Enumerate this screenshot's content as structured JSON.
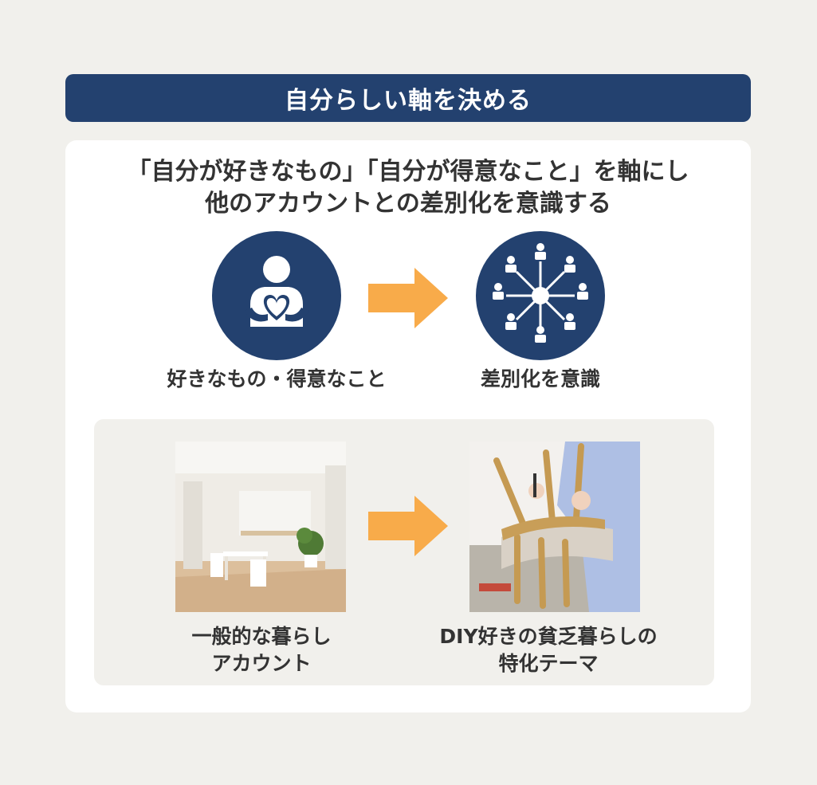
{
  "header": {
    "title": "自分らしい軸を決める"
  },
  "headline": {
    "line1": "「自分が好きなもの」「自分が得意なこと」を軸にし",
    "line2": "他のアカウントとの差別化を意識する"
  },
  "flow": {
    "left_icon": "person-holding-heart-icon",
    "right_icon": "network-people-icon",
    "left_label": "好きなもの・得意なこと",
    "right_label": "差別化を意識"
  },
  "example": {
    "left_label_line1": "一般的な暮らし",
    "left_label_line2": "アカウント",
    "right_label_line1": "DIY好きの貧乏暮らしの",
    "right_label_line2": "特化テーマ"
  },
  "colors": {
    "navy": "#23416f",
    "arrow": "#f8ab4a",
    "background": "#f1f0ec"
  }
}
